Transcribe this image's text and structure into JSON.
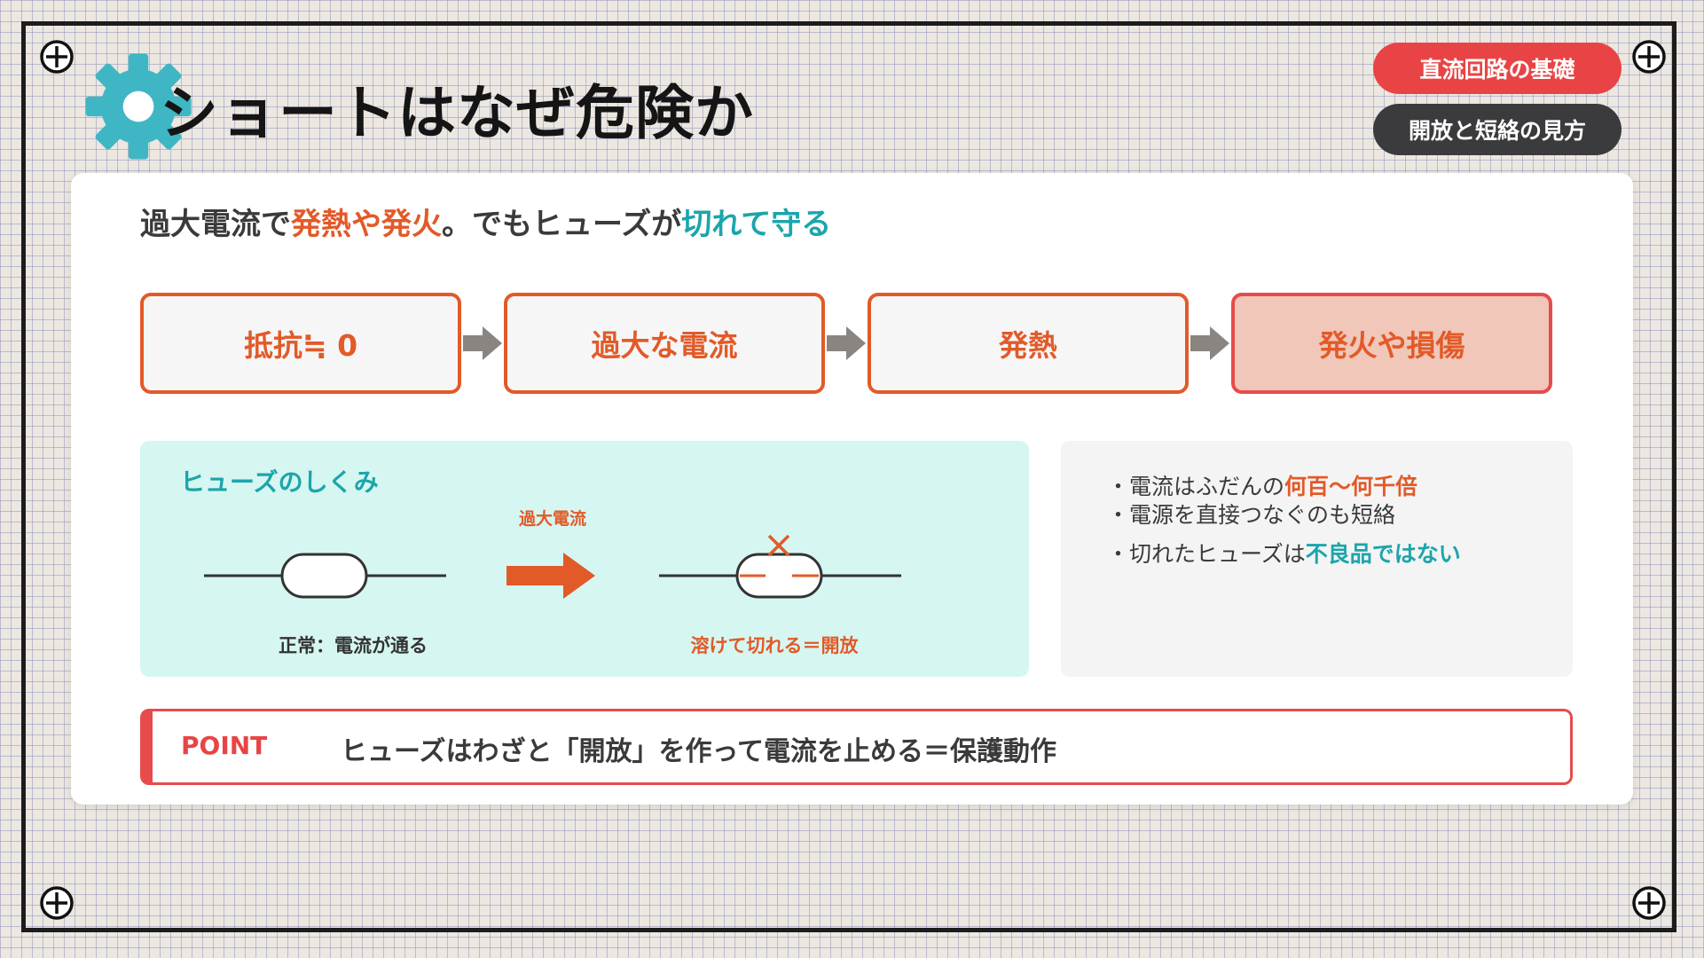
{
  "header": {
    "title": "ショートはなぜ危険か",
    "tags": [
      "直流回路の基礎",
      "開放と短絡の見方"
    ]
  },
  "lead": {
    "part1": "過大電流で",
    "part2": "発熱や発火",
    "part3": "。でもヒューズが",
    "part4": "切れて守る"
  },
  "flow": [
    "抵抗≒ 0",
    "過大な電流",
    "発熱",
    "発火や損傷"
  ],
  "fuse": {
    "title": "ヒューズのしくみ",
    "normal_caption": "正常：電流が通る",
    "arrow_label": "過大電流",
    "melt_caption": "溶けて切れる＝開放"
  },
  "notes": [
    {
      "prefix": "・電流はふだんの",
      "highlight": "何百〜何千倍"
    },
    {
      "prefix": "・電源を直接つなぐのも短絡",
      "highlight": ""
    },
    {
      "prefix": "・切れたヒューズは",
      "highlight": "不良品ではない"
    }
  ],
  "point": {
    "label": "POINT",
    "text": "ヒューズはわざと「開放」を作って電流を止める＝保護動作"
  },
  "colors": {
    "accent_orange": "#e25a28",
    "accent_teal": "#1ba5ab",
    "accent_red": "#e94445",
    "dark": "#3b3b3d"
  },
  "icons": [
    "crosshair-icon",
    "gear-icon",
    "arrow-right-icon",
    "cross-mark-icon"
  ]
}
